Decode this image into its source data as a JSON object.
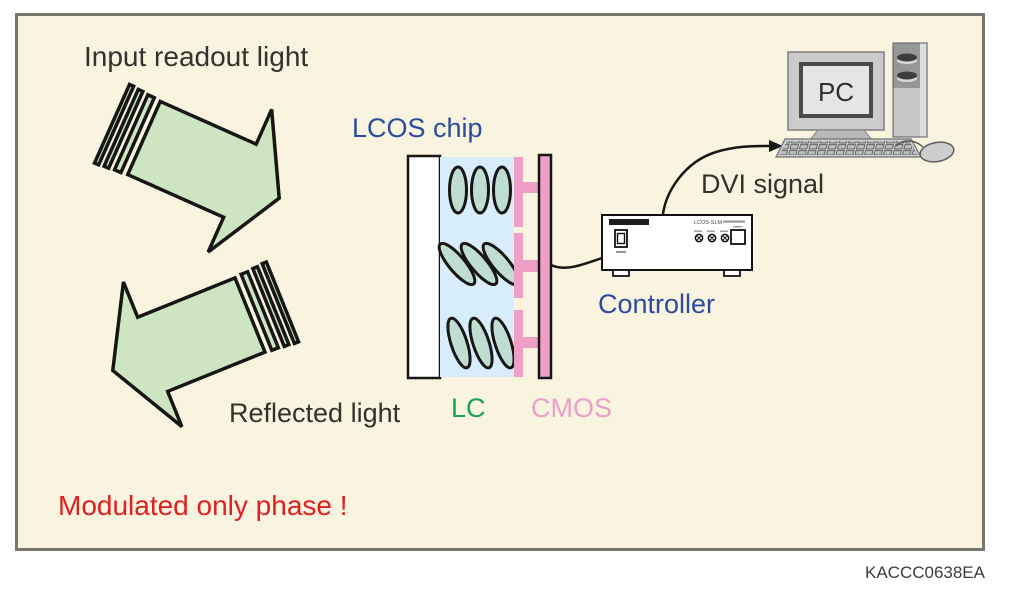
{
  "figure": {
    "caption_code": "KACCC0638EA"
  },
  "labels": {
    "input_light": "Input readout light",
    "lcos_chip": "LCOS chip",
    "lc": "LC",
    "cmos": "CMOS",
    "reflected_light": "Reflected light",
    "controller": "Controller",
    "dvi_signal": "DVI signal",
    "modulated": "Modulated only phase !",
    "pc": "PC"
  },
  "controller": {
    "model": "LCOS-SLM"
  },
  "colors": {
    "background": "#f8f4e0",
    "frame_border": "#76766f",
    "arrow_green": "#cde5c2",
    "lc_layer_blue": "#d8edfb",
    "molecule_teal": "#c0ddd4",
    "cmos_pink": "#ef9fc6",
    "label_blue": "#2b4c9c",
    "label_green": "#18a351",
    "label_pink": "#ea9fc8",
    "alert_red": "#e02020",
    "text_dark": "#33322b",
    "outline_black": "#161613"
  }
}
